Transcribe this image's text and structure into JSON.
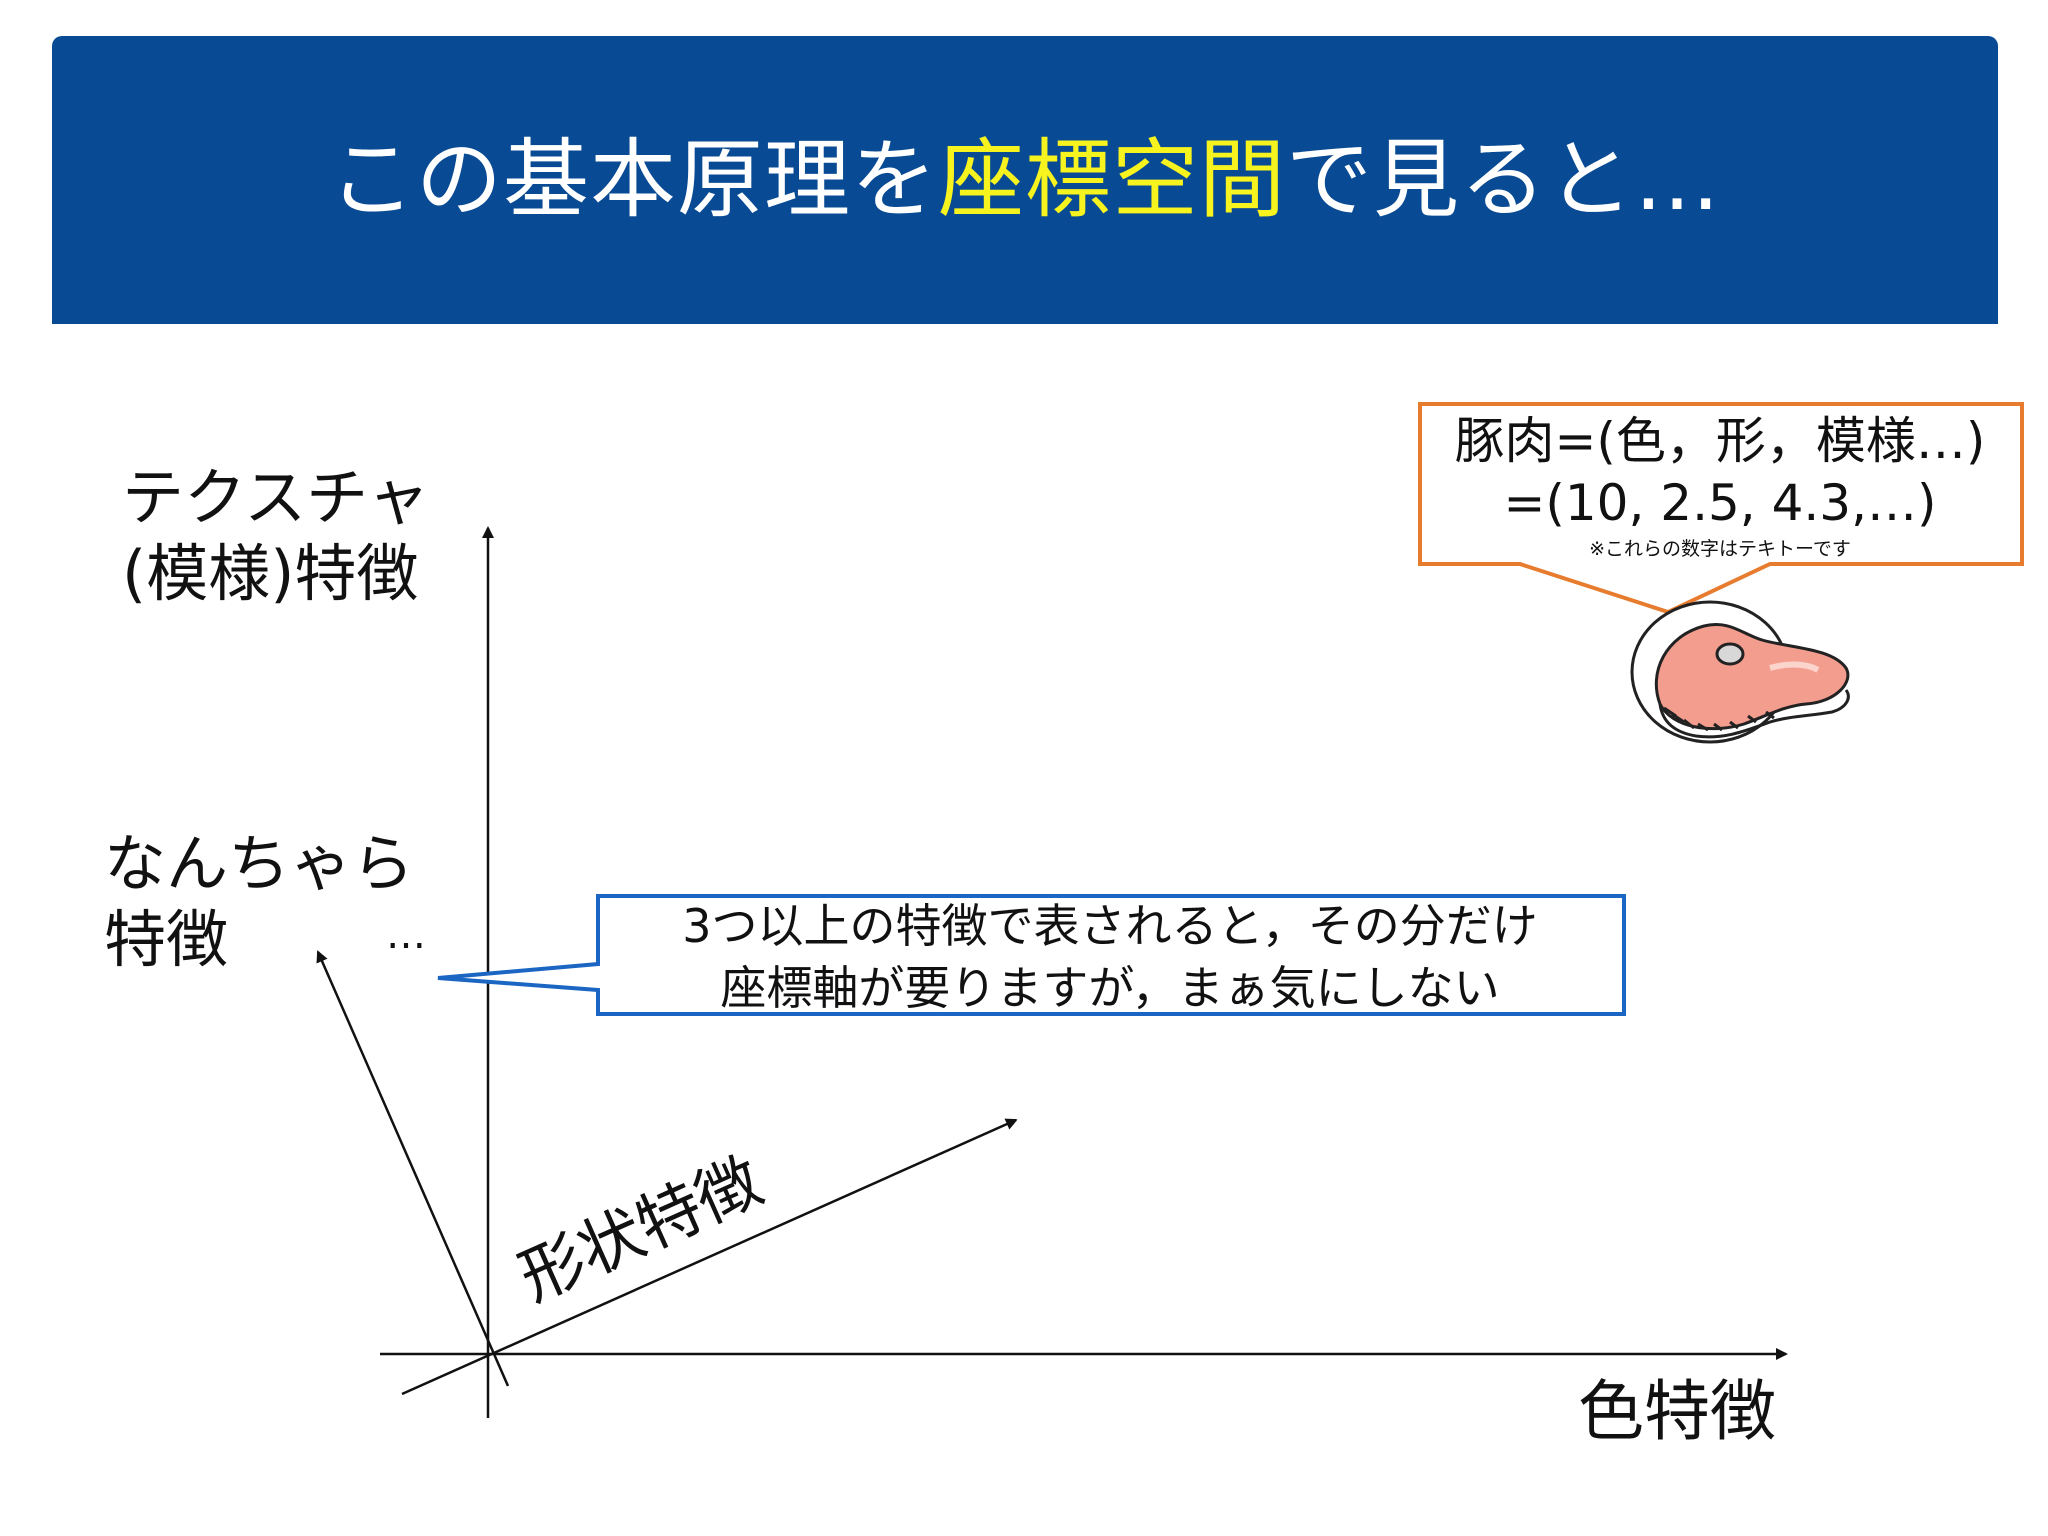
{
  "header": {
    "title_before": "この基本原理を",
    "title_highlight": "座標空間",
    "title_after": "で見ると…",
    "background_color": "#084a93",
    "highlight_color": "#f6f31f"
  },
  "axes": {
    "texture_label_line1": "テクスチャ",
    "texture_label_line2": "(模様)特徴",
    "other_label_line1": "なんちゃら",
    "other_label_line2": "特徴",
    "shape_label": "形状特徴",
    "color_label": "色特徴",
    "ellipsis": "…"
  },
  "callouts": {
    "blue": {
      "line1": "3つ以上の特徴で表されると，その分だけ",
      "line2": "座標軸が要りますが，まぁ気にしない",
      "border_color": "#1b66c2"
    },
    "orange": {
      "line1": "豚肉=(色，形，模様…)",
      "line2": "=(10, 2.5, 4.3,…)",
      "note": "※これらの数字はテキトーです",
      "border_color": "#e87c2e"
    }
  },
  "icons": {
    "meat": "pork-steak-icon"
  }
}
